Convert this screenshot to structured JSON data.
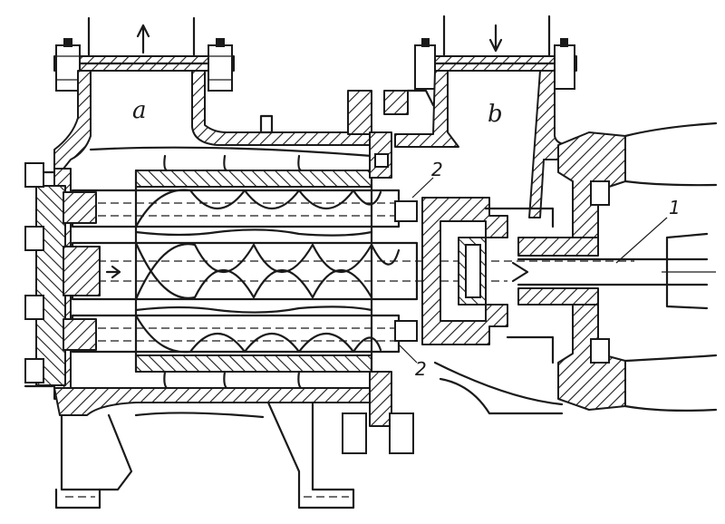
{
  "labels": {
    "chamber_a": "a",
    "chamber_b": "b",
    "callout_1": "1",
    "callout_2_top": "2",
    "callout_2_bottom": "2"
  },
  "colors": {
    "ink": "#1a1a1a",
    "paper": "#ffffff"
  }
}
